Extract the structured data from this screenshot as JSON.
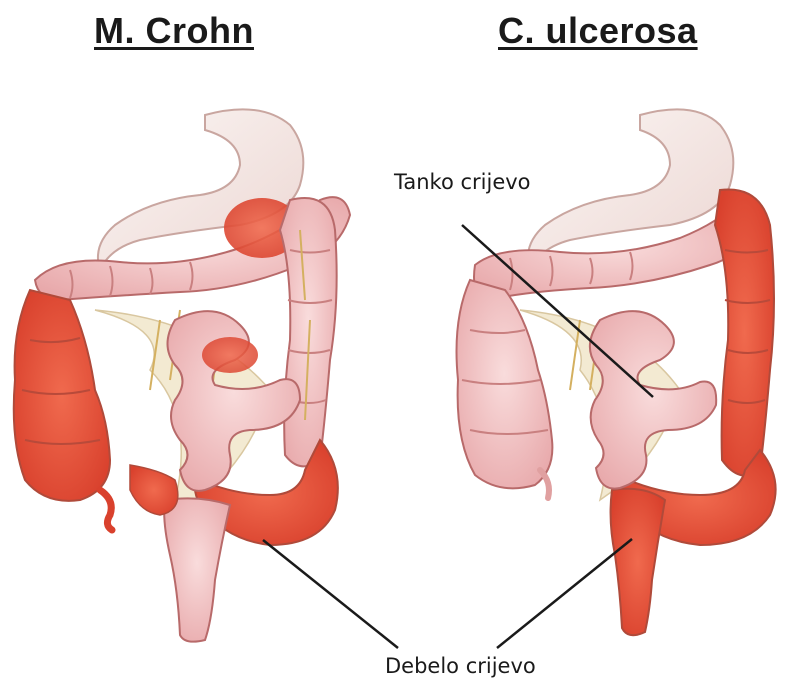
{
  "titles": {
    "left": "M. Crohn",
    "right": "C. ulcerosa"
  },
  "labels": {
    "small_intestine": "Tanko crijevo",
    "large_intestine": "Debelo crijevo"
  },
  "colors": {
    "healthy_tissue": "#f2c0c0",
    "inflamed_tissue": "#e8503a",
    "stomach": "#f4ecea",
    "mesentery": "#f3ead2",
    "vessels": "#d4b060",
    "outline": "#b86a6a",
    "leader_line": "#1a1a1a"
  }
}
